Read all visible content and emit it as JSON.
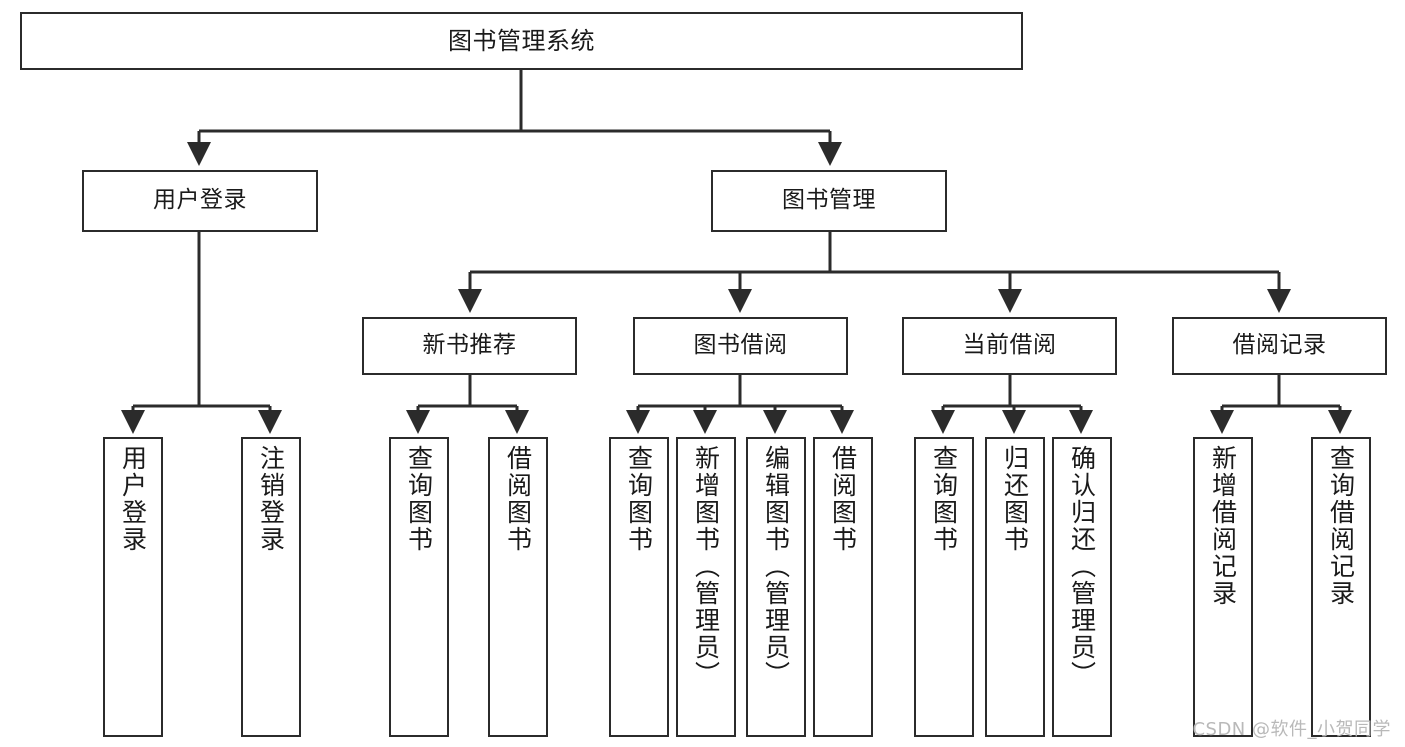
{
  "diagram": {
    "title": "图书管理系统",
    "type": "tree-hierarchy-diagram",
    "watermark": "CSDN @软件_小贺同学",
    "theme": {
      "background": "#ffffff",
      "box_border": "#2b2b2b",
      "box_fill": "#ffffff",
      "connector": "#2b2b2b",
      "text": "#1a1a1a",
      "watermark_color": "#b9b9b9"
    },
    "levels": {
      "root": {
        "label": "图书管理系统"
      },
      "level1": [
        {
          "label": "用户登录"
        },
        {
          "label": "图书管理"
        }
      ],
      "level2": [
        {
          "label": "新书推荐"
        },
        {
          "label": "图书借阅"
        },
        {
          "label": "当前借阅"
        },
        {
          "label": "借阅记录"
        }
      ]
    },
    "leaves": {
      "user_login": [
        {
          "label": "用户登录"
        },
        {
          "label": "注销登录"
        }
      ],
      "new_book_recommend": [
        {
          "label": "查询图书"
        },
        {
          "label": "借阅图书"
        }
      ],
      "book_borrow": [
        {
          "label": "查询图书"
        },
        {
          "label": "新增图书（管理员）"
        },
        {
          "label": "编辑图书（管理员）"
        },
        {
          "label": "借阅图书"
        }
      ],
      "current_borrow": [
        {
          "label": "查询图书"
        },
        {
          "label": "归还图书"
        },
        {
          "label": "确认归还（管理员）"
        }
      ],
      "borrow_record": [
        {
          "label": "新增借阅记录"
        },
        {
          "label": "查询借阅记录"
        }
      ]
    }
  }
}
